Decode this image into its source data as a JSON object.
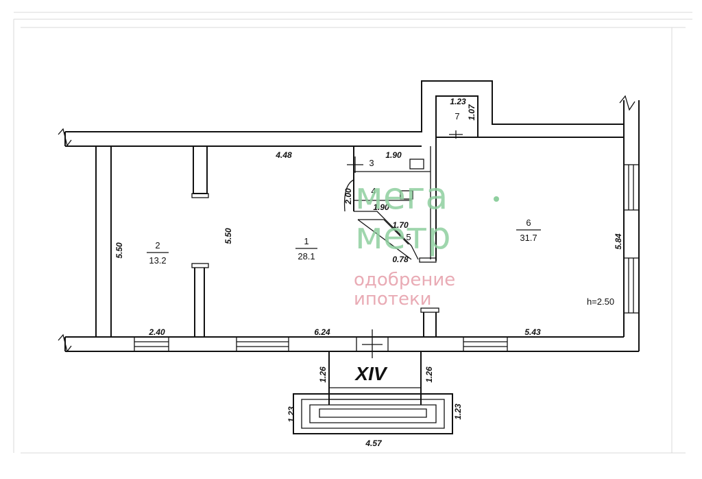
{
  "rooms": [
    {
      "number": "1",
      "area": "28.1"
    },
    {
      "number": "2",
      "area": "13.2"
    },
    {
      "number": "3"
    },
    {
      "number": "4"
    },
    {
      "number": "5"
    },
    {
      "number": "6",
      "area": "31.7"
    },
    {
      "number": "7"
    }
  ],
  "dimensions": {
    "top_room1": "4.48",
    "room2_height": "5.50",
    "room1_height": "5.50",
    "room3_width": "1.90",
    "room4_height": "2.00",
    "room4_width": "1.90",
    "room5_width": "1.70",
    "room5_small": "0.78",
    "room7_width": "1.23",
    "room7_height": "1.07",
    "room6_height": "5.84",
    "bottom_room2": "2.40",
    "bottom_room1": "6.24",
    "bottom_room6": "5.43",
    "porch_left": "1.26",
    "porch_right": "1.26",
    "steps_left": "1.23",
    "steps_right": "1.23",
    "steps_width": "4.57"
  },
  "ceiling_height": "h=2.50",
  "section_label": "XIV",
  "watermark": {
    "logo_line1": "мега",
    "logo_line2": "метр",
    "caption_line1": "одобрение",
    "caption_line2": "ипотеки",
    "logo_color": "#8fcf9f",
    "caption_color": "#e7a3ad"
  }
}
